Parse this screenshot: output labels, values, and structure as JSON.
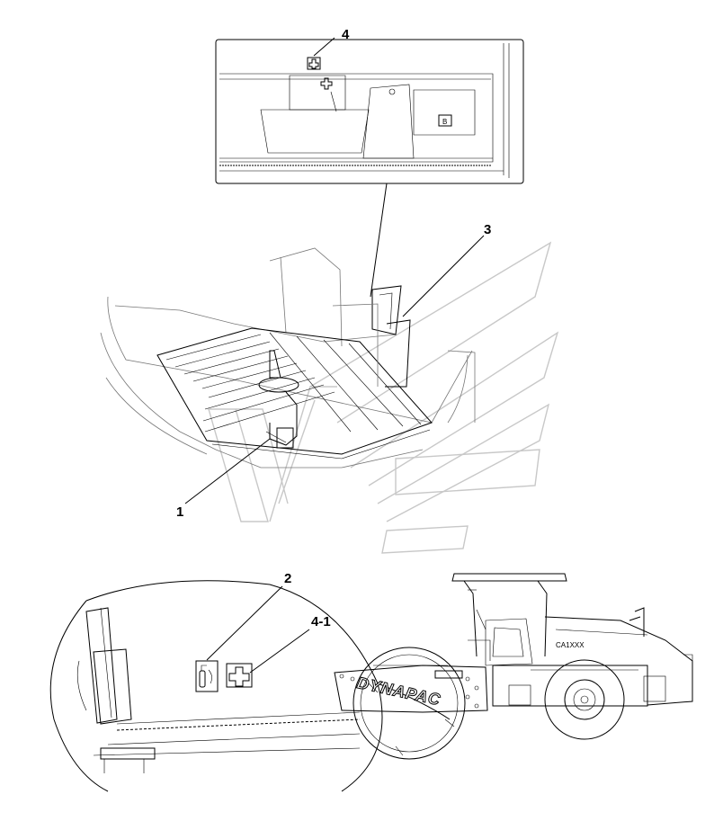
{
  "callouts": {
    "one": "1",
    "two": "2",
    "three": "3",
    "four": "4",
    "four_one": "4-1"
  },
  "machine": {
    "brand": "DYNAPAC",
    "model": "CA1XXX"
  },
  "icons": {
    "first_aid": "first-aid-icon",
    "fire_extinguisher": "fire-extinguisher-icon"
  },
  "colors": {
    "line": "#000000",
    "watermark": "#c8c8c8",
    "background": "#ffffff"
  }
}
